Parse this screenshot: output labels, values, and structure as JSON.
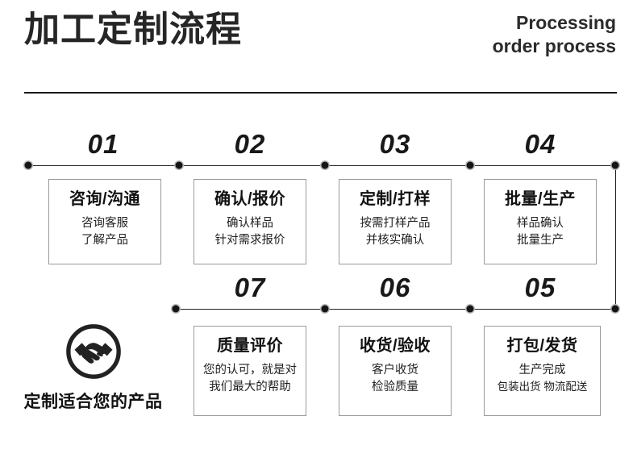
{
  "header": {
    "title_cn": "加工定制流程",
    "title_en_line1": "Processing",
    "title_en_line2": "order process"
  },
  "brand": {
    "icon": "handshake-icon",
    "caption": "定制适合您的产品"
  },
  "row1": {
    "steps": [
      {
        "number": "01",
        "title": "咨询/沟通",
        "sub_line1": "咨询客服",
        "sub_line2": "了解产品"
      },
      {
        "number": "02",
        "title": "确认/报价",
        "sub_line1": "确认样品",
        "sub_line2": "针对需求报价"
      },
      {
        "number": "03",
        "title": "定制/打样",
        "sub_line1": "按需打样产品",
        "sub_line2": "并核实确认"
      },
      {
        "number": "04",
        "title": "批量/生产",
        "sub_line1": "样品确认",
        "sub_line2": "批量生产"
      }
    ]
  },
  "row2": {
    "steps": [
      {
        "number": "07",
        "title": "质量评价",
        "sub_line1": "您的认可，就是对",
        "sub_line2": "我们最大的帮助"
      },
      {
        "number": "06",
        "title": "收货/验收",
        "sub_line1": "客户收货",
        "sub_line2": "检验质量"
      },
      {
        "number": "05",
        "title": "打包/发货",
        "sub_line1": "生产完成",
        "sub_line2": "包装出货 物流配送"
      }
    ]
  },
  "colors": {
    "ink": "#1a1a1a",
    "box_border": "#9a9a9a",
    "background": "#ffffff"
  }
}
